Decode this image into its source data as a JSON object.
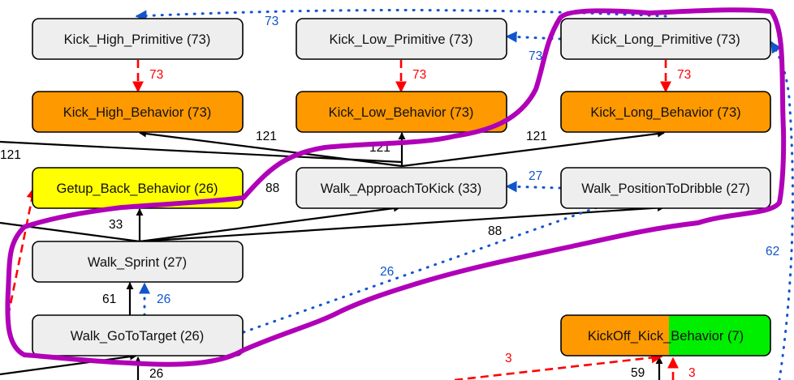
{
  "colors": {
    "primitive": "#eeeeee",
    "behavior": "#ff9900",
    "getup": "#ffff00",
    "kickoff_left": "#ff9900",
    "kickoff_right": "#00ee00",
    "edge_black": "#000000",
    "edge_red": "#ff0000",
    "edge_blue": "#1155cc",
    "highlight": "#b000b8"
  },
  "nodes": [
    {
      "id": "kick_high_primitive",
      "label": "Kick_High_Primitive (73)",
      "kind": "primitive"
    },
    {
      "id": "kick_low_primitive",
      "label": "Kick_Low_Primitive (73)",
      "kind": "primitive"
    },
    {
      "id": "kick_long_primitive",
      "label": "Kick_Long_Primitive (73)",
      "kind": "primitive"
    },
    {
      "id": "kick_high_behavior",
      "label": "Kick_High_Behavior (73)",
      "kind": "behavior"
    },
    {
      "id": "kick_low_behavior",
      "label": "Kick_Low_Behavior (73)",
      "kind": "behavior"
    },
    {
      "id": "kick_long_behavior",
      "label": "Kick_Long_Behavior (73)",
      "kind": "behavior"
    },
    {
      "id": "getup_back_behavior",
      "label": "Getup_Back_Behavior (26)",
      "kind": "getup"
    },
    {
      "id": "walk_approachtokick",
      "label": "Walk_ApproachToKick (33)",
      "kind": "primitive"
    },
    {
      "id": "walk_positiontodribble",
      "label": "Walk_PositionToDribble (27)",
      "kind": "primitive"
    },
    {
      "id": "walk_sprint",
      "label": "Walk_Sprint (27)",
      "kind": "primitive"
    },
    {
      "id": "walk_gototarget",
      "label": "Walk_GoToTarget (26)",
      "kind": "primitive"
    },
    {
      "id": "kickoff_kick_behavior",
      "label": "KickOff_Kick_Behavior (7)",
      "kind": "split"
    }
  ],
  "edge_labels": [
    {
      "id": "kick-high-prim-to-beh",
      "text": "73",
      "color": "red"
    },
    {
      "id": "kick-low-prim-to-beh",
      "text": "73",
      "color": "red"
    },
    {
      "id": "kick-long-prim-to-beh",
      "text": "73",
      "color": "red"
    },
    {
      "id": "top-dotted-to-kick-high",
      "text": "73",
      "color": "blue"
    },
    {
      "id": "dotted-to-kick-low",
      "text": "73",
      "color": "blue"
    },
    {
      "id": "approach-to-kick-high",
      "text": "121",
      "color": "black"
    },
    {
      "id": "approach-to-kick-low",
      "text": "121",
      "color": "black"
    },
    {
      "id": "approach-to-kick-long",
      "text": "121",
      "color": "black"
    },
    {
      "id": "offscreen-121",
      "text": "121",
      "color": "black"
    },
    {
      "id": "dribble-to-approach",
      "text": "27",
      "color": "blue"
    },
    {
      "id": "sprint-to-approach",
      "text": "88",
      "color": "black"
    },
    {
      "id": "sprint-to-dribble",
      "text": "88",
      "color": "black"
    },
    {
      "id": "sprint-to-getup",
      "text": "33",
      "color": "black"
    },
    {
      "id": "goto-to-sprint",
      "text": "61",
      "color": "black"
    },
    {
      "id": "goto-to-sprint-dotted",
      "text": "26",
      "color": "blue"
    },
    {
      "id": "goto-to-dribble-dotted",
      "text": "26",
      "color": "blue"
    },
    {
      "id": "right-dotted-62",
      "text": "62",
      "color": "blue"
    },
    {
      "id": "red-dashed-to-kickoff",
      "text": "3",
      "color": "red"
    },
    {
      "id": "black-to-kickoff",
      "text": "59",
      "color": "black"
    },
    {
      "id": "red-up-to-kickoff",
      "text": "3",
      "color": "red"
    },
    {
      "id": "below-goto",
      "text": "26",
      "color": "black"
    }
  ]
}
